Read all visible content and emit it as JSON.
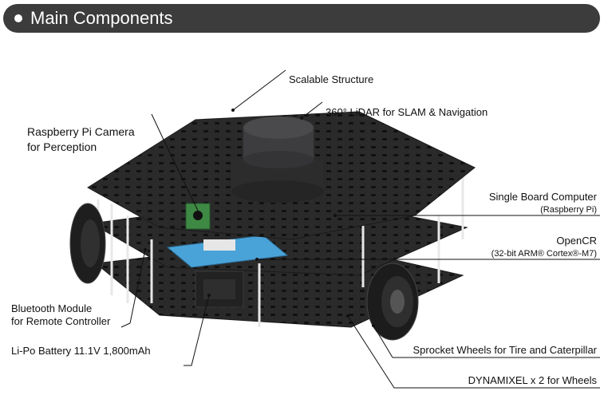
{
  "header": {
    "title": "Main Components"
  },
  "labels": {
    "scalable_structure": "Scalable Structure",
    "lidar": "360° LiDAR for SLAM & Navigation",
    "camera_line1": "Raspberry Pi Camera",
    "camera_line2": "for Perception",
    "sbc_line1": "Single Board Computer",
    "sbc_line2": "(Raspberry Pi)",
    "opencr_line1": "OpenCR",
    "opencr_line2": "(32-bit ARM® Cortex®-M7)",
    "bluetooth_line1": "Bluetooth Module",
    "bluetooth_line2": "for Remote Controller",
    "battery": "Li-Po Battery 11.1V 1,800mAh",
    "sprocket": "Sprocket Wheels for Tire and Caterpillar",
    "dynamixel": "DYNAMIXEL x 2  for Wheels"
  },
  "colors": {
    "header_bg": "#3c3c3c",
    "plate": "#2a2a2b",
    "leader_line": "#111111",
    "lidar": "#3d3d3f",
    "board_blue": "#4aa3d8",
    "camera_green": "#3e8a44"
  }
}
